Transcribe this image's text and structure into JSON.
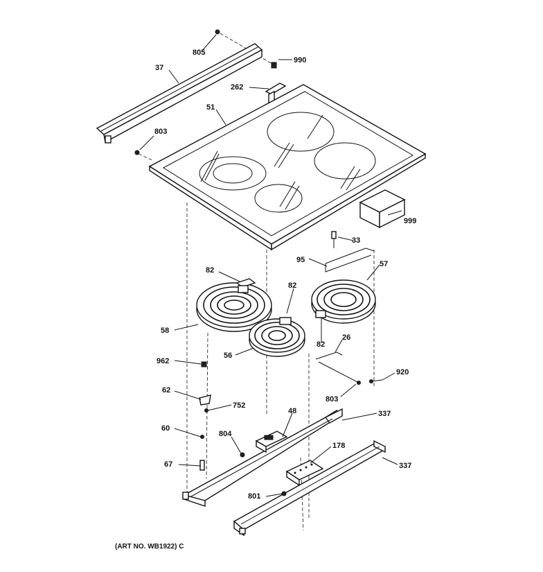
{
  "diagram": {
    "footer_note": "(ART NO. WB1922) C",
    "callouts": [
      {
        "id": "805",
        "label": "805"
      },
      {
        "id": "990",
        "label": "990"
      },
      {
        "id": "37",
        "label": "37"
      },
      {
        "id": "262",
        "label": "262"
      },
      {
        "id": "51",
        "label": "51"
      },
      {
        "id": "803a",
        "label": "803"
      },
      {
        "id": "999",
        "label": "999"
      },
      {
        "id": "33",
        "label": "33"
      },
      {
        "id": "95",
        "label": "95"
      },
      {
        "id": "57",
        "label": "57"
      },
      {
        "id": "82a",
        "label": "82"
      },
      {
        "id": "82b",
        "label": "82"
      },
      {
        "id": "82c",
        "label": "82"
      },
      {
        "id": "58",
        "label": "58"
      },
      {
        "id": "56",
        "label": "56"
      },
      {
        "id": "26",
        "label": "26"
      },
      {
        "id": "962",
        "label": "962"
      },
      {
        "id": "920",
        "label": "920"
      },
      {
        "id": "62",
        "label": "62"
      },
      {
        "id": "752",
        "label": "752"
      },
      {
        "id": "803b",
        "label": "803"
      },
      {
        "id": "48",
        "label": "48"
      },
      {
        "id": "337a",
        "label": "337"
      },
      {
        "id": "60",
        "label": "60"
      },
      {
        "id": "804",
        "label": "804"
      },
      {
        "id": "178",
        "label": "178"
      },
      {
        "id": "67",
        "label": "67"
      },
      {
        "id": "337b",
        "label": "337"
      },
      {
        "id": "801",
        "label": "801"
      }
    ]
  }
}
